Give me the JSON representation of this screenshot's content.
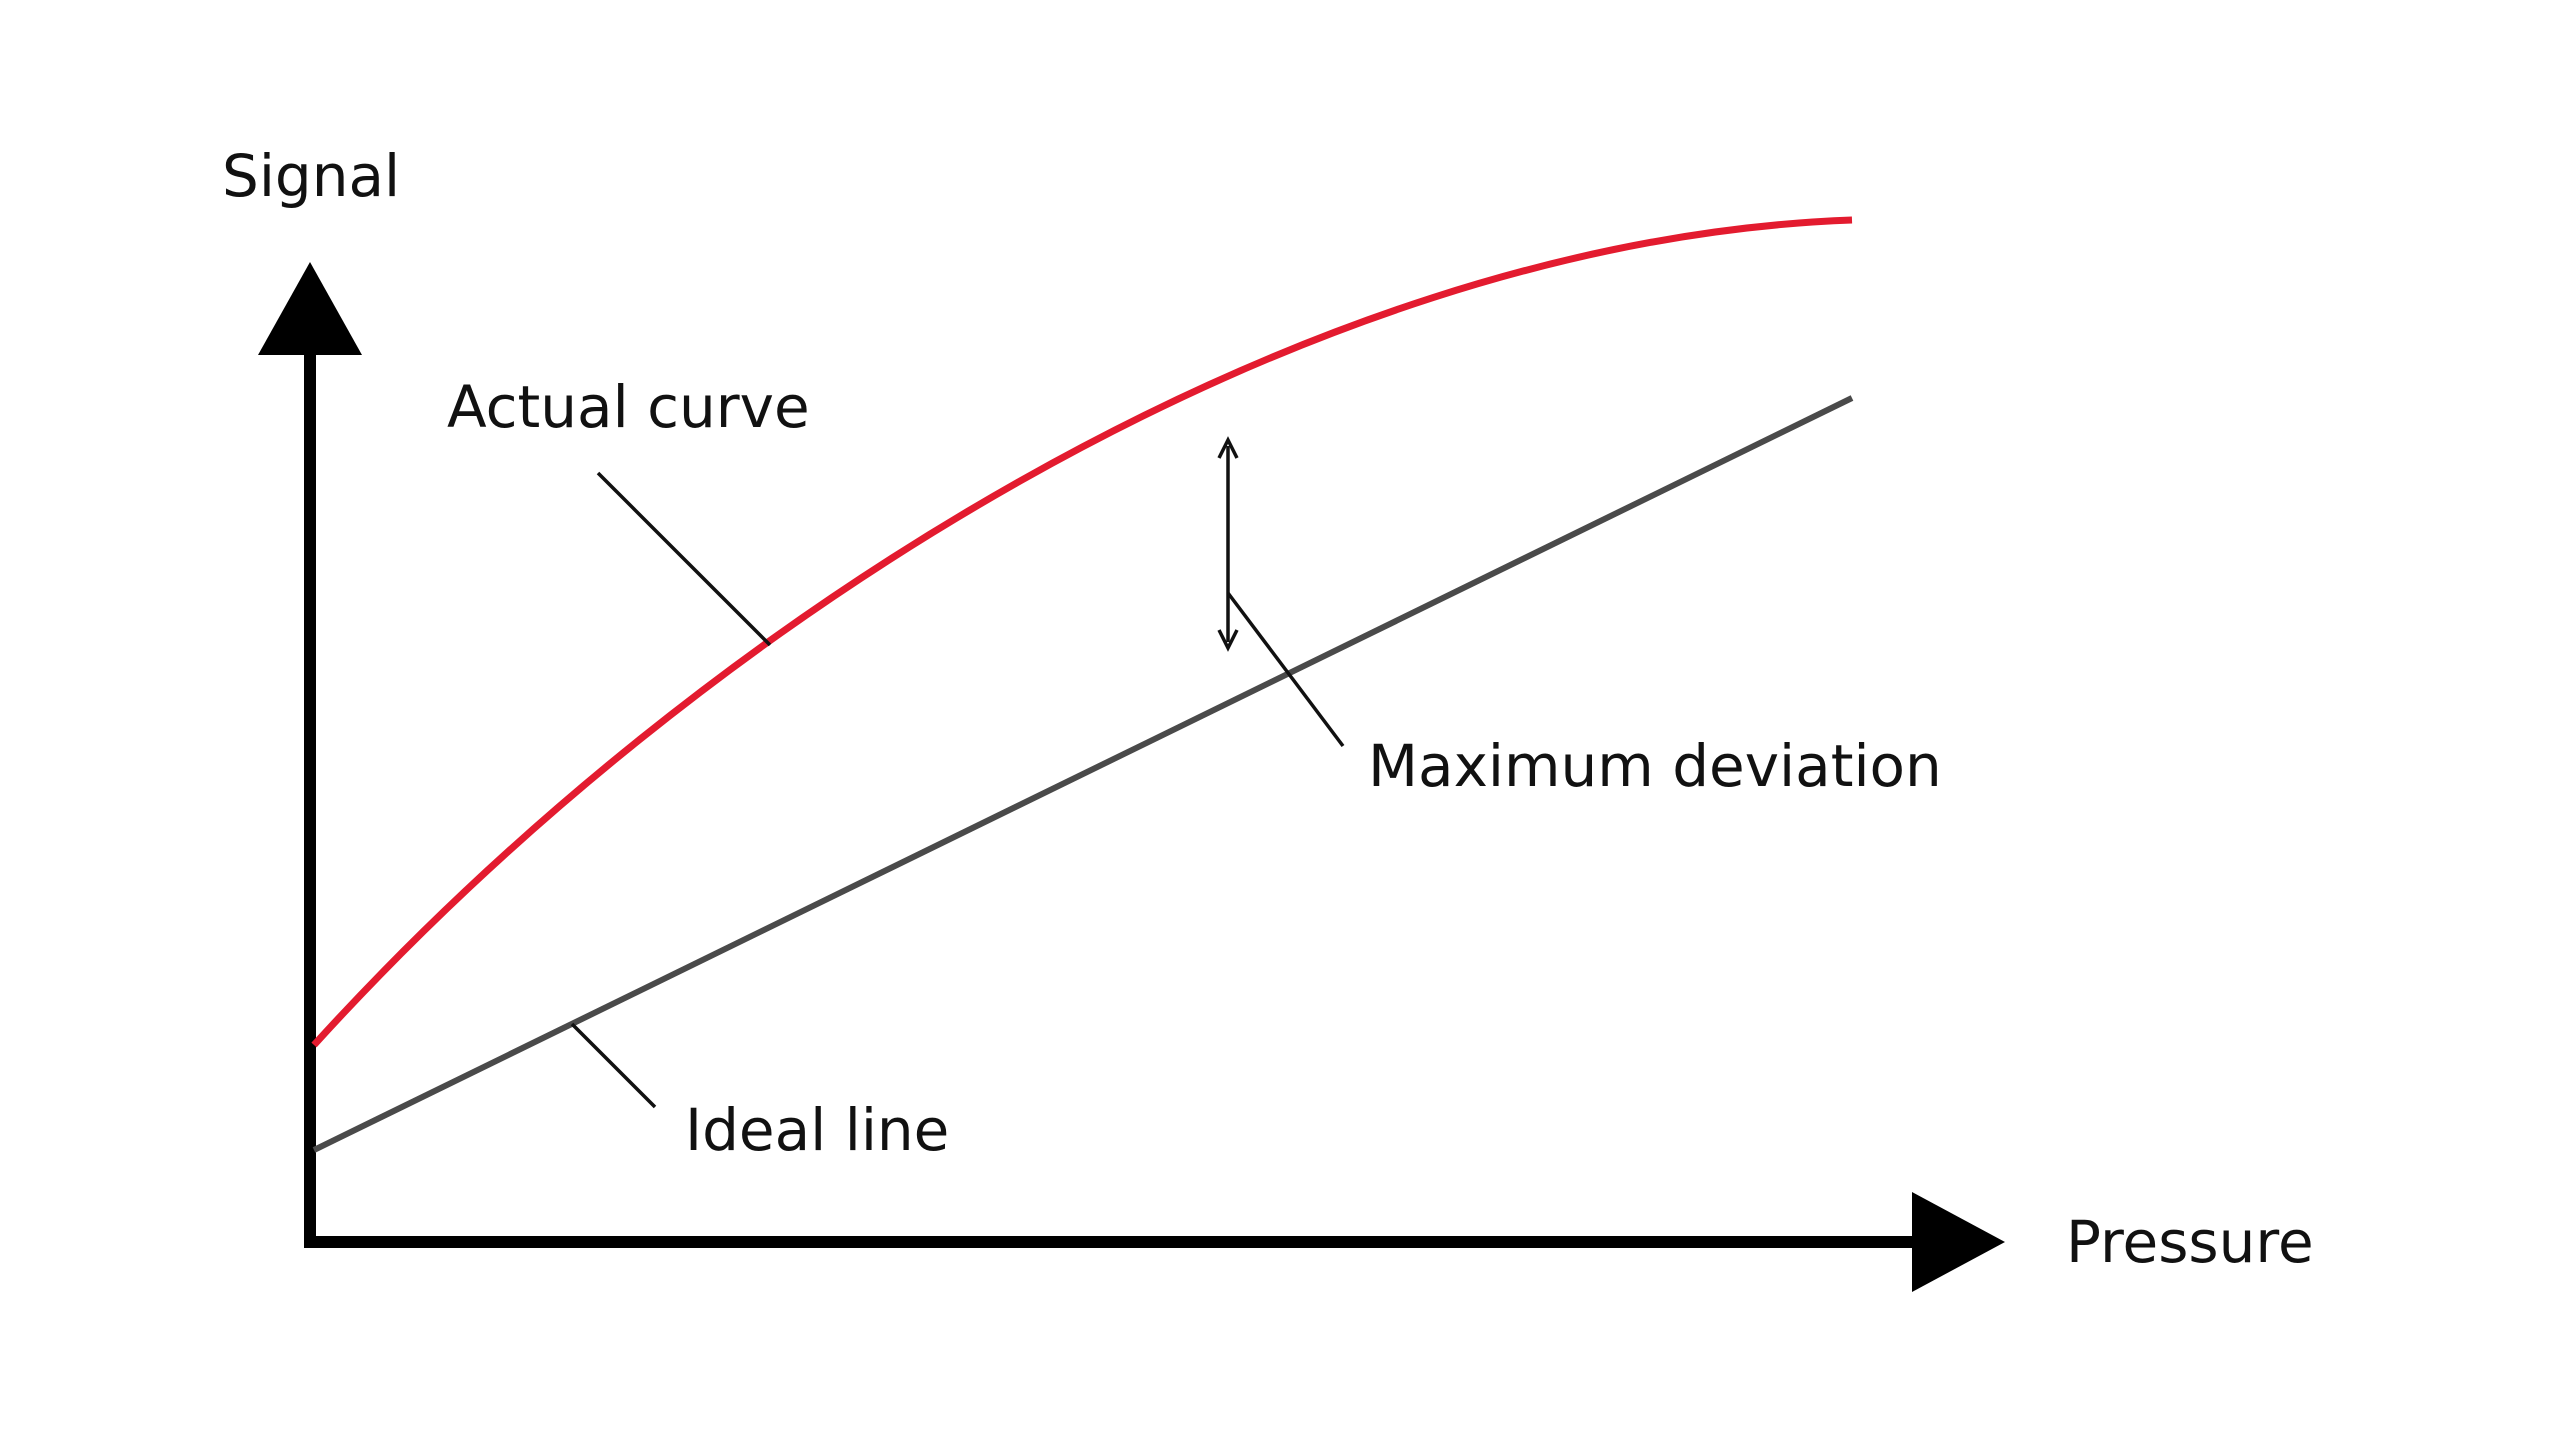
{
  "labels": {
    "y_axis": "Signal",
    "x_axis": "Pressure",
    "actual_curve": "Actual curve",
    "ideal_line": "Ideal line",
    "maximum_deviation": "Maximum deviation"
  },
  "colors": {
    "axis": "#000000",
    "actual_curve": "#e31b2f",
    "ideal_line": "#4a4a4a",
    "leader": "#111111",
    "background": "#ffffff"
  },
  "series": {
    "actual_curve": {
      "name": "Actual curve"
    },
    "ideal_line": {
      "name": "Ideal line"
    }
  }
}
